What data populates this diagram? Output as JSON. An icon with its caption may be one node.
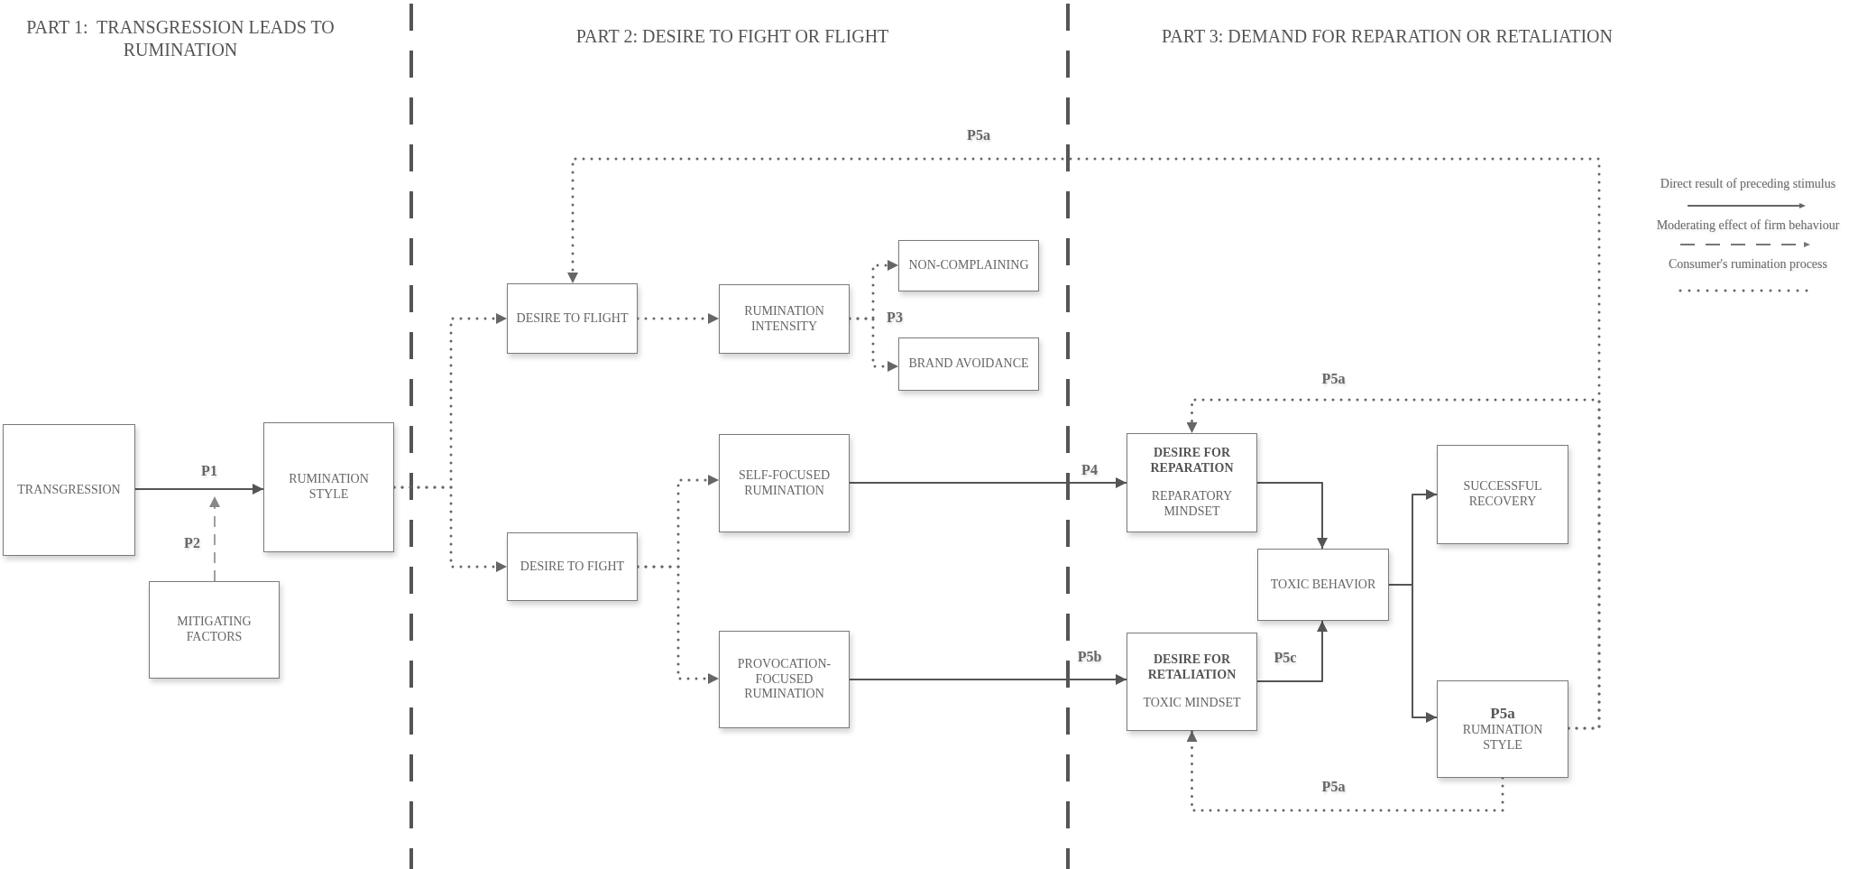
{
  "diagram": {
    "nodes": [
      {
        "text": [
          "TRANSGRESSION"
        ]
      },
      {
        "text": [
          "RUMINATION STYLE"
        ]
      },
      {
        "text": [
          "MITIGATING FACTORS"
        ]
      },
      {
        "text": [
          "DESIRE TO FLIGHT"
        ]
      },
      {
        "text": [
          "RUMINATION INTENSITY"
        ]
      },
      {
        "text": [
          "NON-COMPLAINING"
        ]
      },
      {
        "text": [
          "BRAND AVOIDANCE"
        ]
      },
      {
        "text": [
          "DESIRE TO FIGHT"
        ]
      },
      {
        "text": [
          "SELF-FOCUSED RUMINATION"
        ]
      },
      {
        "text": [
          "PROVOCATION-FOCUSED RUMINATION"
        ]
      },
      {
        "text": [
          "DESIRE FOR REPARATION",
          "REPARATORY MINDSET"
        ]
      },
      {
        "text": [
          "DESIRE FOR RETALIATION",
          "TOXIC MINDSET"
        ]
      },
      {
        "text": [
          "TOXIC BEHAVIOR"
        ]
      },
      {
        "text": [
          "SUCCESSFUL RECOVERY"
        ]
      },
      {
        "text": [
          "P5a",
          "RUMINATION STYLE"
        ]
      }
    ],
    "edges": [
      {
        "from": 0,
        "to": 1,
        "arrow": "to",
        "label": "P1"
      },
      {
        "from": 2,
        "to": null,
        "arrow": "to",
        "label": "P2",
        "style": "dashed",
        "color": "#888888"
      },
      {
        "from": 1,
        "to": 3,
        "arrow": "to",
        "style": "dashed"
      },
      {
        "from": 1,
        "to": 7,
        "arrow": "to",
        "style": "dashed"
      },
      {
        "from": 3,
        "to": 4,
        "arrow": "to",
        "style": "dashed"
      },
      {
        "from": 4,
        "to": 5,
        "arrow": "to",
        "label": "P3",
        "style": "dashed"
      },
      {
        "from": 4,
        "to": 6,
        "arrow": "to",
        "style": "dashed"
      },
      {
        "from": 7,
        "to": 8,
        "arrow": "to",
        "style": "dashed"
      },
      {
        "from": 7,
        "to": 9,
        "arrow": "to",
        "style": "dashed"
      },
      {
        "from": 8,
        "to": 10,
        "arrow": "to",
        "label": "P4"
      },
      {
        "from": 9,
        "to": 11,
        "arrow": "to",
        "label": "P5b"
      },
      {
        "from": 10,
        "to": 12,
        "arrow": "to"
      },
      {
        "from": 11,
        "to": 12,
        "arrow": "to",
        "label": "P5c"
      },
      {
        "from": 12,
        "to": 13,
        "arrow": "to"
      },
      {
        "from": 12,
        "to": 14,
        "arrow": "to"
      },
      {
        "from": 14,
        "to": 3,
        "arrow": "to",
        "label": "P5a",
        "style": "dashed"
      },
      {
        "from": 14,
        "to": 10,
        "arrow": "to",
        "label": "P5a",
        "style": "dashed"
      },
      {
        "from": 14,
        "to": 11,
        "arrow": "to",
        "label": "P5a",
        "style": "dashed"
      }
    ],
    "labels": [
      "PART 1:  TRANSGRESSION LEADS TO RUMINATION",
      "PART 2: DESIRE TO FIGHT OR FLIGHT",
      "PART 3: DEMAND FOR REPARATION OR RETALIATION"
    ],
    "legend": [
      {
        "text": "Direct result of preceding stimulus"
      },
      {
        "text": "Moderating effect of firm behaviour"
      },
      {
        "text": "Consumer's rumination process"
      }
    ]
  }
}
